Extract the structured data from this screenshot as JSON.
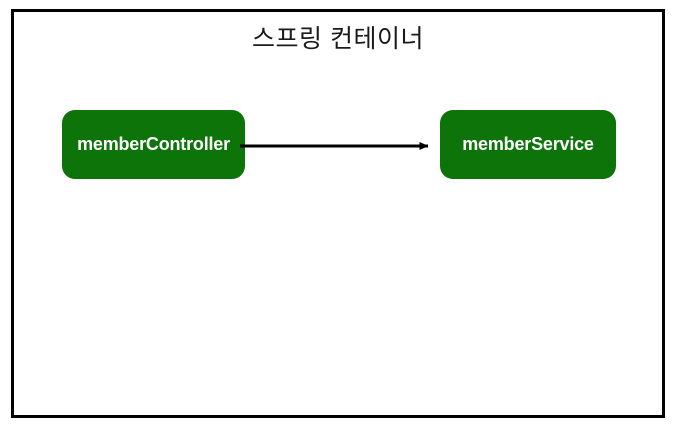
{
  "diagram": {
    "title": "스프링 컨테이너",
    "frame_border_color": "#000000",
    "background_color": "#ffffff",
    "bean_fill_color": "#0C7408",
    "bean_text_color": "#ffffff",
    "arrow_color": "#000000",
    "beans": [
      {
        "id": "memberController",
        "label": "memberController"
      },
      {
        "id": "memberService",
        "label": "memberService"
      }
    ],
    "connections": [
      {
        "from": "memberController",
        "to": "memberService",
        "style": "solid",
        "arrowhead": "filled-triangle",
        "label": ""
      }
    ]
  }
}
